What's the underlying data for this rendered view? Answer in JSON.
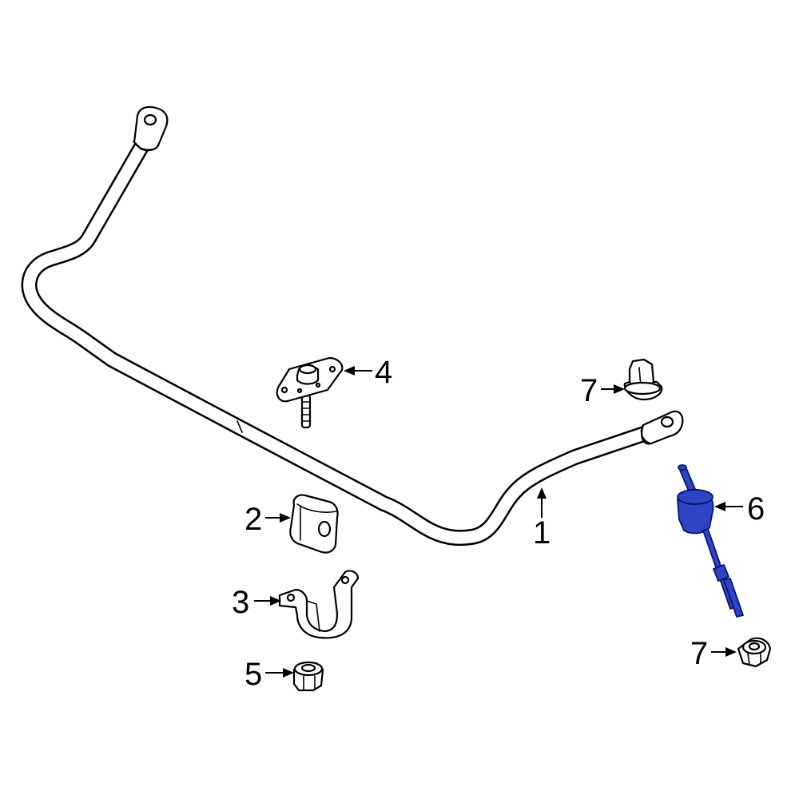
{
  "callouts": {
    "c1": "1",
    "c2": "2",
    "c3": "3",
    "c4": "4",
    "c5": "5",
    "c6": "6",
    "c7a": "7",
    "c7b": "7"
  },
  "colors": {
    "highlight": "#2f44c4",
    "line": "#000000",
    "background": "#ffffff"
  }
}
